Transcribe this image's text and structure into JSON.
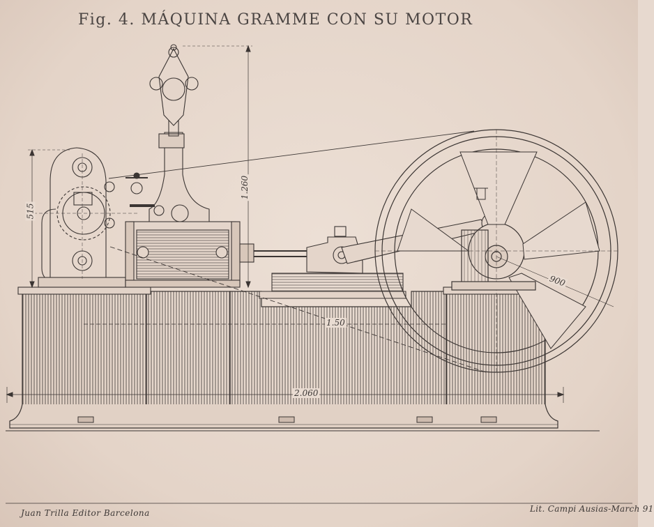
{
  "title": "Fig. 4. MÁQUINA GRAMME CON SU MOTOR",
  "dimensions": {
    "left_height": "515",
    "column_height": "1.260",
    "flywheel_radius": "900",
    "bed_length": "1.50",
    "overall_length": "2.060"
  },
  "footer": {
    "publisher": "Juan Trilla Editor Barcelona",
    "lithographer": "Lit. Campi Ausias-March 91"
  },
  "colors": {
    "paper": "#e7d9cf",
    "ink": "#3b3533"
  }
}
